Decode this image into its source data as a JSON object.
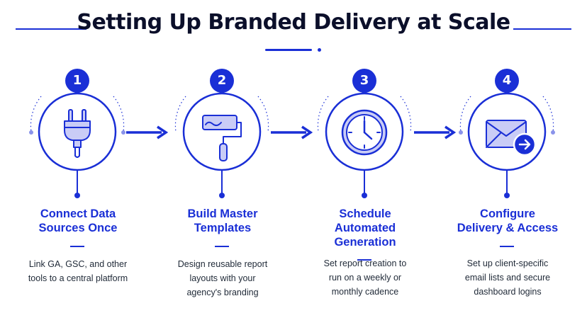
{
  "title": "Setting Up Branded Delivery at Scale",
  "colors": {
    "accent": "#1a2fd6",
    "light_accent": "#c9ccf6",
    "text": "#1f2937"
  },
  "steps": [
    {
      "number": "1",
      "icon": "plug-icon",
      "title": "Connect Data\nSources Once",
      "description": "Link GA, GSC, and other\ntools to a central platform"
    },
    {
      "number": "2",
      "icon": "paint-roller-icon",
      "title": "Build Master\nTemplates",
      "description": "Design reusable report\nlayouts with your\nagency's branding"
    },
    {
      "number": "3",
      "icon": "clock-icon",
      "title": "Schedule\nAutomated\nGeneration",
      "description": "Set report creation to\nrun on a weekly or\nmonthly cadence"
    },
    {
      "number": "4",
      "icon": "email-send-icon",
      "title": "Configure\nDelivery & Access",
      "description": "Set up client-specific\nemail lists and secure\ndashboard logins"
    }
  ]
}
